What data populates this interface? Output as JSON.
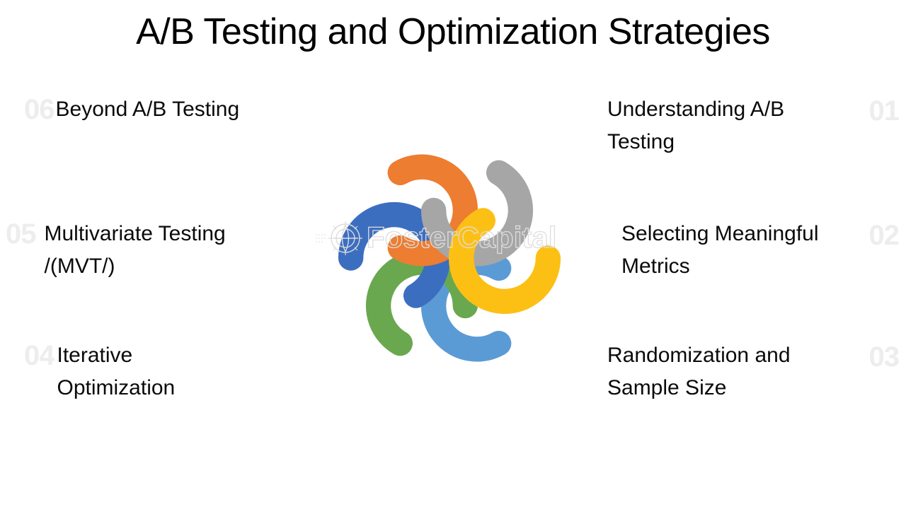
{
  "slide": {
    "title": "A/B Testing and Optimization Strategies",
    "background_color": "#ffffff",
    "text_color": "#000000",
    "number_color": "#ededed"
  },
  "items": {
    "left": [
      {
        "number": "06",
        "label": "Beyond A/B Testing"
      },
      {
        "number": "05",
        "label_line1": "Multivariate Testing",
        "label_line2": "/(MVT/)"
      },
      {
        "number": "04",
        "label_line1": "Iterative",
        "label_line2": "Optimization"
      }
    ],
    "right": [
      {
        "number": "01",
        "label_line1": "Understanding A/B",
        "label_line2": "Testing"
      },
      {
        "number": "02",
        "label_line1": "Selecting Meaningful",
        "label_line2": "Metrics"
      },
      {
        "number": "03",
        "label_line1": "Randomization and",
        "label_line2": "Sample Size"
      }
    ]
  },
  "diagram": {
    "name": "pinwheel-arcs",
    "arc_count": 6,
    "colors": {
      "green": "#6aa84f",
      "blue": "#3c6ec0",
      "orange": "#ed7d31",
      "gray": "#a6a6a6",
      "yellow": "#fcc015",
      "light_blue": "#5b9bd5"
    },
    "arc_order": [
      "blue",
      "green",
      "light_blue",
      "yellow",
      "gray",
      "orange"
    ]
  },
  "watermark": {
    "text": "FosterCapital",
    "icon": "gear-globe-icon",
    "color": "#d9d9d9"
  }
}
